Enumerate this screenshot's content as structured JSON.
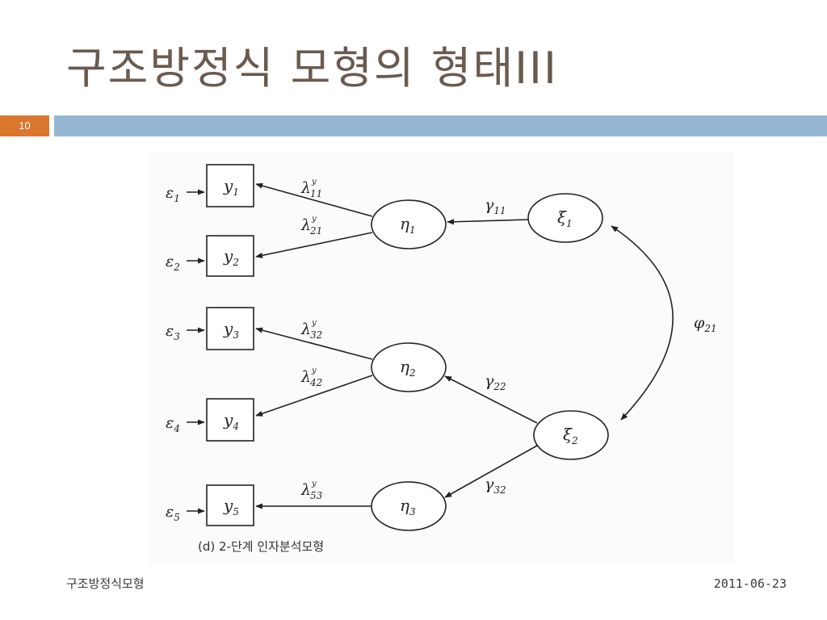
{
  "slide": {
    "title": "구조방정식 모형의 형태III",
    "number": "10",
    "footer_left": "구조방정식모형",
    "footer_right": "2011-06-23",
    "colors": {
      "title": "#6b5a4f",
      "number_box": "#d9772f",
      "title_bar": "#94b6d2"
    }
  },
  "diagram": {
    "caption": "(d) 2-단계 인자분석모형",
    "errors": [
      {
        "sym": "ε",
        "sub": "1"
      },
      {
        "sym": "ε",
        "sub": "2"
      },
      {
        "sym": "ε",
        "sub": "3"
      },
      {
        "sym": "ε",
        "sub": "4"
      },
      {
        "sym": "ε",
        "sub": "5"
      }
    ],
    "observed": [
      {
        "sym": "y",
        "sub": "1"
      },
      {
        "sym": "y",
        "sub": "2"
      },
      {
        "sym": "y",
        "sub": "3"
      },
      {
        "sym": "y",
        "sub": "4"
      },
      {
        "sym": "y",
        "sub": "5"
      }
    ],
    "endogenous": [
      {
        "sym": "η",
        "sub": "1"
      },
      {
        "sym": "η",
        "sub": "2"
      },
      {
        "sym": "η",
        "sub": "3"
      }
    ],
    "exogenous": [
      {
        "sym": "ξ",
        "sub": "1"
      },
      {
        "sym": "ξ",
        "sub": "2"
      }
    ],
    "loadings": [
      {
        "sym": "λ",
        "sup": "y",
        "sub": "11"
      },
      {
        "sym": "λ",
        "sup": "y",
        "sub": "21"
      },
      {
        "sym": "λ",
        "sup": "y",
        "sub": "32"
      },
      {
        "sym": "λ",
        "sup": "y",
        "sub": "42"
      },
      {
        "sym": "λ",
        "sup": "y",
        "sub": "53"
      }
    ],
    "paths": [
      {
        "sym": "γ",
        "sub": "11"
      },
      {
        "sym": "γ",
        "sub": "22"
      },
      {
        "sym": "γ",
        "sub": "32"
      }
    ],
    "covariance": {
      "sym": "φ",
      "sub": "21"
    }
  }
}
